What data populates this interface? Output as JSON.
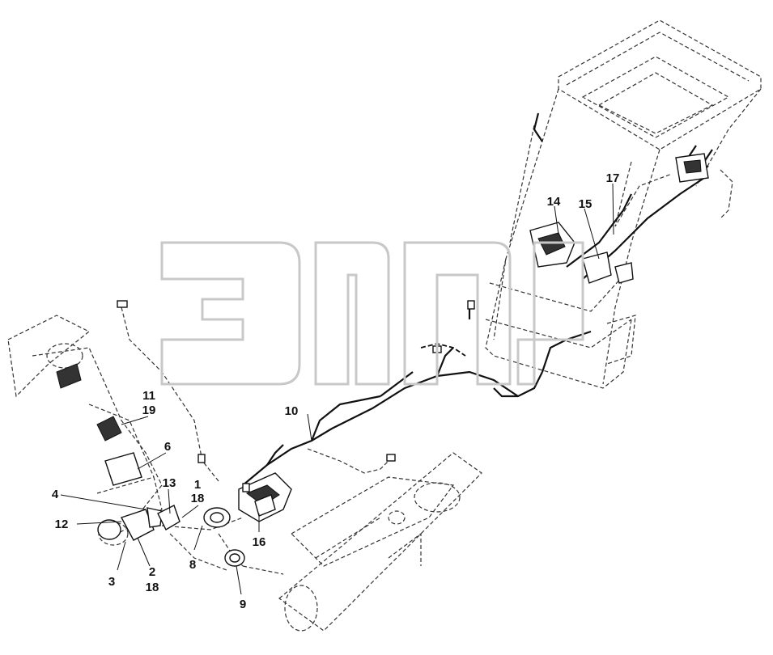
{
  "diagram": {
    "watermark": "ЭПЦ",
    "callouts": [
      {
        "id": "c1",
        "lines": [
          "1",
          "18"
        ]
      },
      {
        "id": "c2",
        "lines": [
          "2",
          "18"
        ]
      },
      {
        "id": "c3",
        "lines": [
          "3"
        ]
      },
      {
        "id": "c4",
        "lines": [
          "4"
        ]
      },
      {
        "id": "c6",
        "lines": [
          "6"
        ]
      },
      {
        "id": "c8",
        "lines": [
          "8"
        ]
      },
      {
        "id": "c9",
        "lines": [
          "9"
        ]
      },
      {
        "id": "c10",
        "lines": [
          "10"
        ]
      },
      {
        "id": "c11",
        "lines": [
          "11",
          "19"
        ]
      },
      {
        "id": "c12",
        "lines": [
          "12"
        ]
      },
      {
        "id": "c13",
        "lines": [
          "13"
        ]
      },
      {
        "id": "c14",
        "lines": [
          "14"
        ]
      },
      {
        "id": "c15",
        "lines": [
          "15"
        ]
      },
      {
        "id": "c16",
        "lines": [
          "16"
        ]
      },
      {
        "id": "c17",
        "lines": [
          "17"
        ]
      }
    ]
  }
}
